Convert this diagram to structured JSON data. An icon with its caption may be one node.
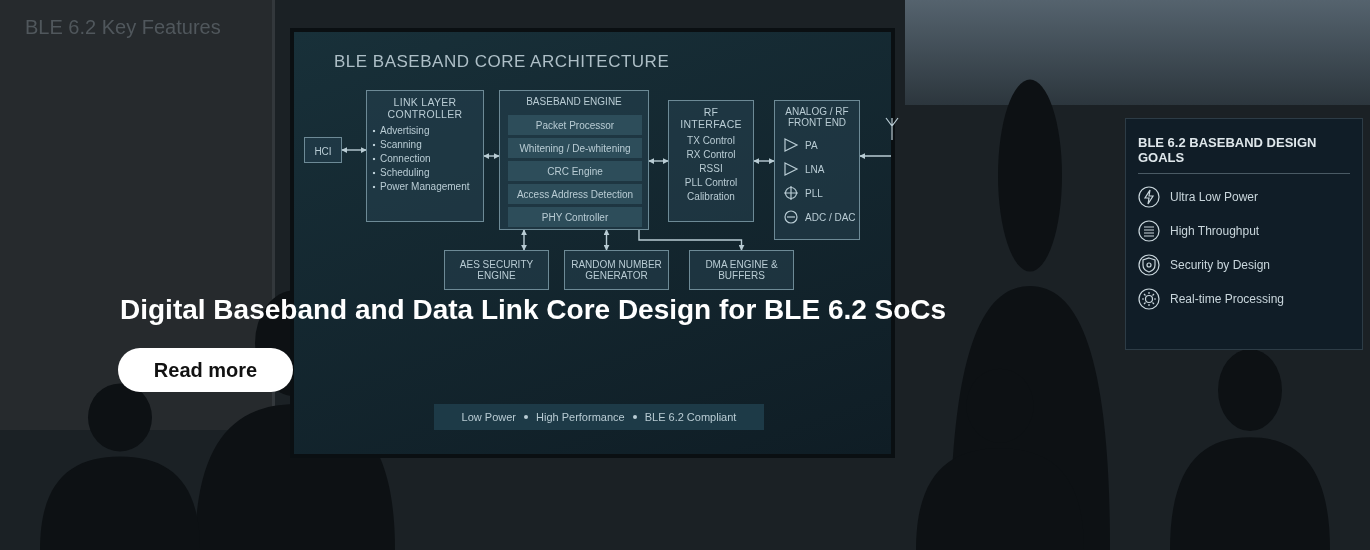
{
  "diagram": {
    "title": "Digital Baseband and Data Link Core Design for BLE 6.2 SoCs",
    "nodes": [
      {
        "text": [
          "HCI"
        ]
      },
      {
        "text": [
          "LINK LAYER CONTROLLER",
          "Advertising",
          "Scanning",
          "Connection",
          "Scheduling",
          "Power Management"
        ]
      },
      {
        "text": [
          "BASEBAND ENGINE"
        ]
      },
      {
        "text": [
          "Packet Processor"
        ],
        "in": 2
      },
      {
        "text": [
          "Whitening / De-whitening"
        ],
        "in": 2
      },
      {
        "text": [
          "CRC Engine"
        ],
        "in": 2
      },
      {
        "text": [
          "Access Address Detection"
        ],
        "in": 2
      },
      {
        "text": [
          "PHY Controller"
        ],
        "in": 2
      },
      {
        "text": [
          "RF INTERFACE",
          "TX Control",
          "RX Control",
          "RSSI",
          "PLL Control",
          "Calibration"
        ]
      },
      {
        "text": [
          "ANALOG / RF FRONT END"
        ]
      },
      {
        "text": [
          "PA"
        ],
        "in": 9
      },
      {
        "text": [
          "LNA"
        ],
        "in": 9
      },
      {
        "text": [
          "PLL"
        ],
        "in": 9
      },
      {
        "text": [
          "ADC / DAC"
        ],
        "in": 9
      },
      {
        "text": [],
        "shape": "picture"
      },
      {
        "text": [
          "AES SECURITY ENGINE"
        ]
      },
      {
        "text": [
          "RANDOM NUMBER GENERATOR"
        ]
      },
      {
        "text": [
          "DMA ENGINE & BUFFERS"
        ]
      },
      {
        "text": [
          "BLE 6.2 BASEBAND DESIGN GOALS",
          "Ultra Low Power",
          "High Throughput",
          "Security by Design",
          "Real-time Processing"
        ]
      }
    ],
    "edges": [
      {
        "from": 0,
        "to": 1,
        "arrow": "both"
      },
      {
        "from": 1,
        "to": 2,
        "arrow": "both"
      },
      {
        "from": 2,
        "to": 8,
        "arrow": "both"
      },
      {
        "from": 8,
        "to": 9,
        "arrow": "both"
      },
      {
        "from": 14,
        "to": 9,
        "arrow": "to"
      },
      {
        "from": 2,
        "to": 15,
        "arrow": "both"
      },
      {
        "from": 2,
        "to": 16,
        "arrow": "both"
      },
      {
        "from": 2,
        "to": 17,
        "arrow": "to"
      }
    ],
    "labels": [
      "BLE 6.2 Key Features",
      "BLE BASEBAND CORE ARCHITECTURE",
      "Read more",
      "Low Power",
      "High Performance",
      "BLE 6.2 Compliant"
    ]
  }
}
